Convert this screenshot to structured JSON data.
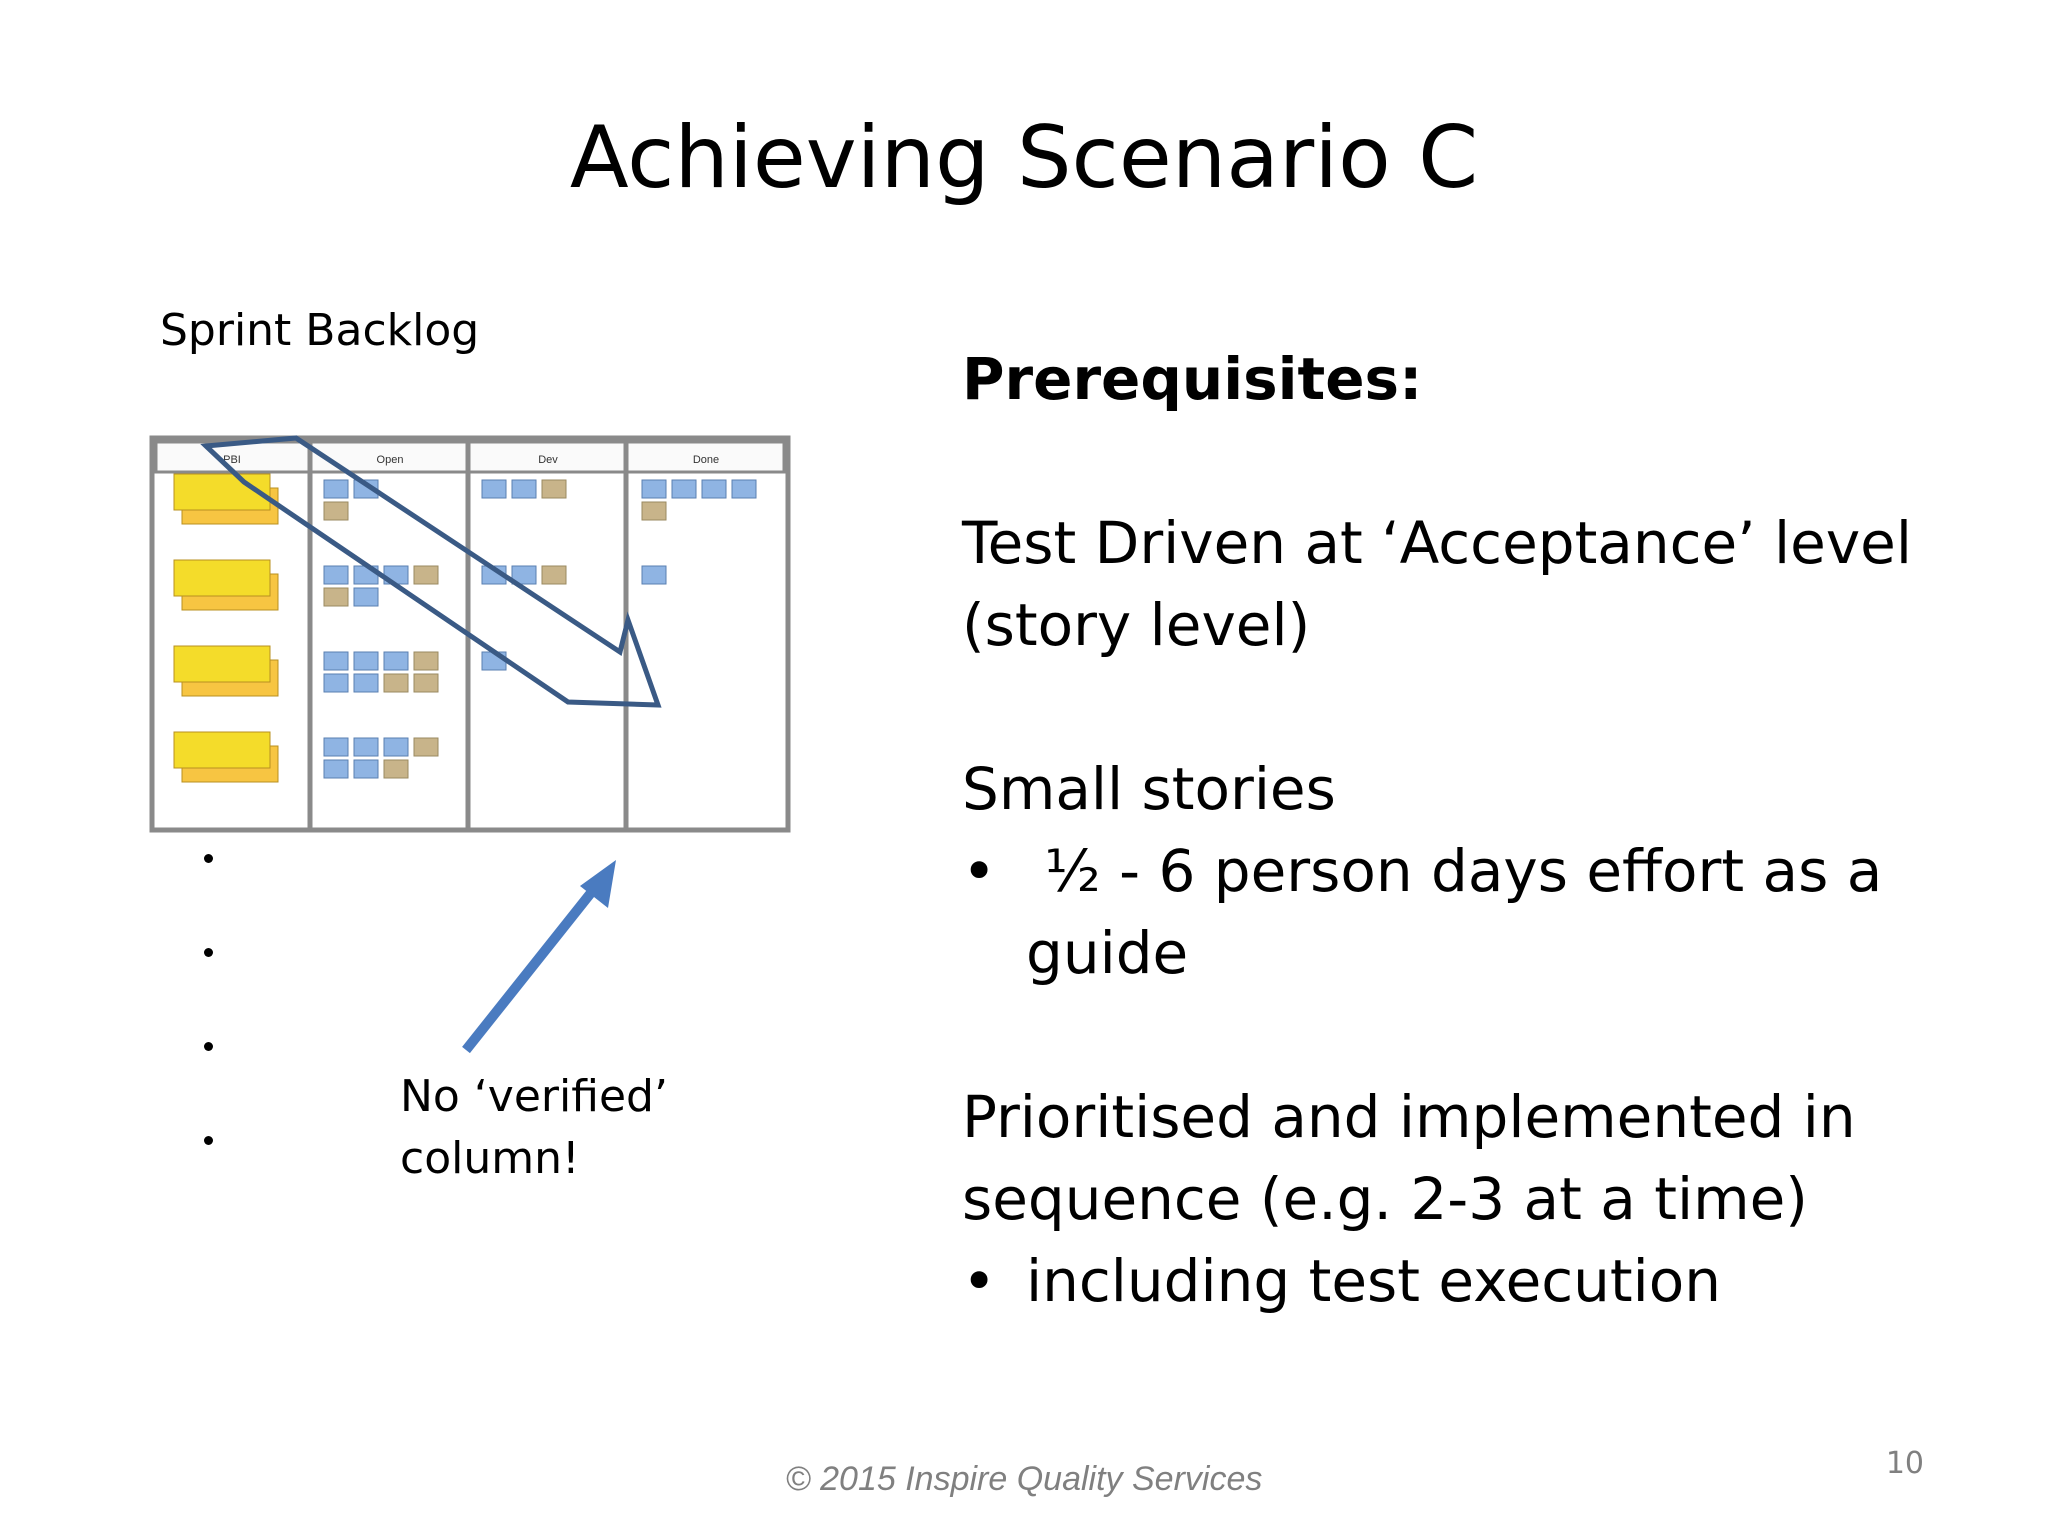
{
  "slide": {
    "title": "Achieving Scenario C",
    "page_number": "10",
    "footer": "© 2015 Inspire Quality Services"
  },
  "left": {
    "label": "Sprint Backlog",
    "board_columns": [
      "PBI",
      "Open",
      "Dev",
      "Done"
    ],
    "annotation_line1": "No ‘verified’",
    "annotation_line2": "column!"
  },
  "right": {
    "heading": "Prerequisites:",
    "item1_line1": "Test Driven at ‘Acceptance’ level",
    "item1_line2": "(story level)",
    "item2_title": "Small stories",
    "item2_bullet_line1": " ½ - 6 person days effort as a",
    "item2_bullet_line2": "guide",
    "item3_line1": "Prioritised and implemented in",
    "item3_line2": "sequence (e.g. 2-3 at a time)",
    "item3_bullet": "including test execution",
    "bullet_symbol": "•"
  },
  "colors": {
    "sticky_yellow": "#F4DC2A",
    "sticky_orange": "#F7C542",
    "task_blue": "#8FB4E3",
    "task_tan": "#C8B48A",
    "outline_arrow": "#3A5A85",
    "annotation_arrow": "#4A7BC0",
    "footer_gray": "#808080"
  }
}
